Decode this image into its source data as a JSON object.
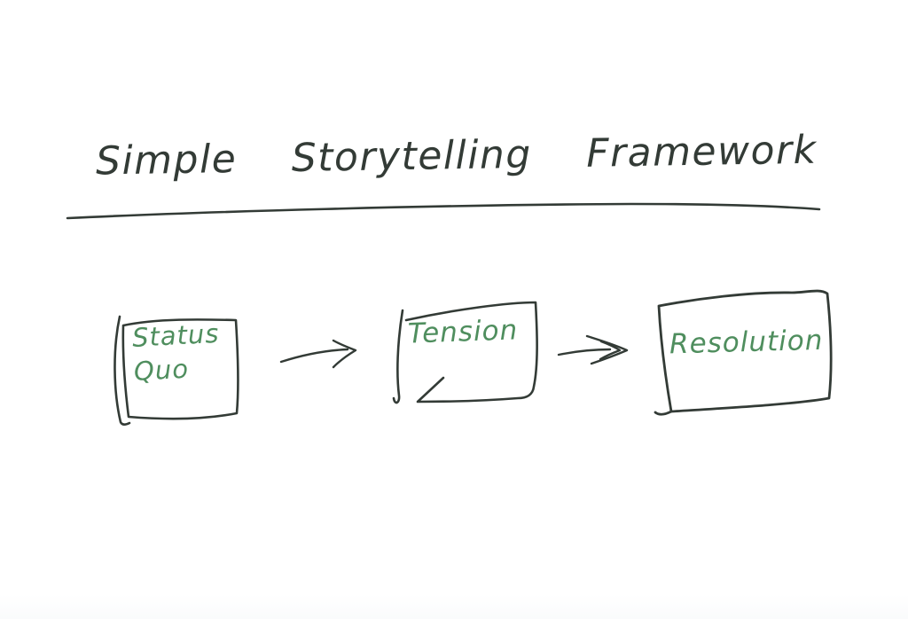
{
  "title": "Simple Storytelling Framework",
  "colors": {
    "ink": "#333b36",
    "accent_green": "#4f8e5e",
    "background": "#ffffff"
  },
  "steps": [
    {
      "label": "Status Quo"
    },
    {
      "label": "Tension"
    },
    {
      "label": "Resolution"
    }
  ],
  "arrows": [
    {
      "name": "flow-arrow-1",
      "from": "Status Quo",
      "to": "Tension"
    },
    {
      "name": "flow-arrow-2",
      "from": "Tension",
      "to": "Resolution"
    }
  ]
}
